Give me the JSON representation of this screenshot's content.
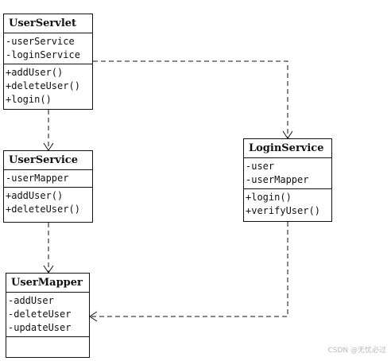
{
  "classes": {
    "userServlet": {
      "name": "UserServlet",
      "attributes": [
        "-userService",
        "-loginService"
      ],
      "methods": [
        "+addUser()",
        "+deleteUser()",
        "+login()"
      ]
    },
    "userService": {
      "name": "UserService",
      "attributes": [
        "-userMapper"
      ],
      "methods": [
        "+addUser()",
        "+deleteUser()"
      ]
    },
    "loginService": {
      "name": "LoginService",
      "attributes": [
        "-user",
        "-userMapper"
      ],
      "methods": [
        "+login()",
        "+verifyUser()"
      ]
    },
    "userMapper": {
      "name": "UserMapper",
      "attributes": [
        "-addUser",
        "-deleteUser",
        "-updateUser"
      ],
      "methods": []
    }
  },
  "watermark": "CSDN @无忧必过",
  "colors": {
    "line": "#111111",
    "watermark": "#b8b8b8"
  }
}
